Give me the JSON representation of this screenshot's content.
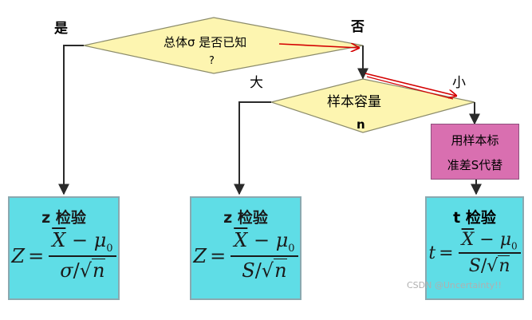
{
  "decision1": {
    "text": "总体σ 是否已知",
    "qmark": "?"
  },
  "decision2": {
    "text": "样本容量",
    "sub": "n"
  },
  "labels": {
    "yes": "是",
    "no": "否",
    "large": "大",
    "small": "小"
  },
  "process": {
    "line1": "用样本标",
    "line2": "准差S代替"
  },
  "results": [
    {
      "title": "z 检验",
      "lhs": "Z",
      "eq": "=",
      "num_var": "X",
      "num_op": " − ",
      "num_mu": "μ",
      "num_sub": "0",
      "den_a": "σ",
      "den_sep": "/",
      "den_rad": "√",
      "den_b": "n"
    },
    {
      "title": "z 检验",
      "lhs": "Z",
      "eq": "=",
      "num_var": "X",
      "num_op": " − ",
      "num_mu": "μ",
      "num_sub": "0",
      "den_a": "S",
      "den_sep": "/",
      "den_rad": "√",
      "den_b": "n"
    },
    {
      "title": "t 检验",
      "lhs": "t",
      "eq": "=",
      "num_var": "X",
      "num_op": " − ",
      "num_mu": "μ",
      "num_sub": "0",
      "den_a": "S",
      "den_sep": "/",
      "den_rad": "√",
      "den_b": "n"
    }
  ],
  "watermark": "CSDN @Uncertainty!!",
  "colors": {
    "diamond": "#fdf5b0",
    "result_box": "#5fdde6",
    "process_box": "#d96fb0",
    "red_arrow": "#d40000"
  }
}
